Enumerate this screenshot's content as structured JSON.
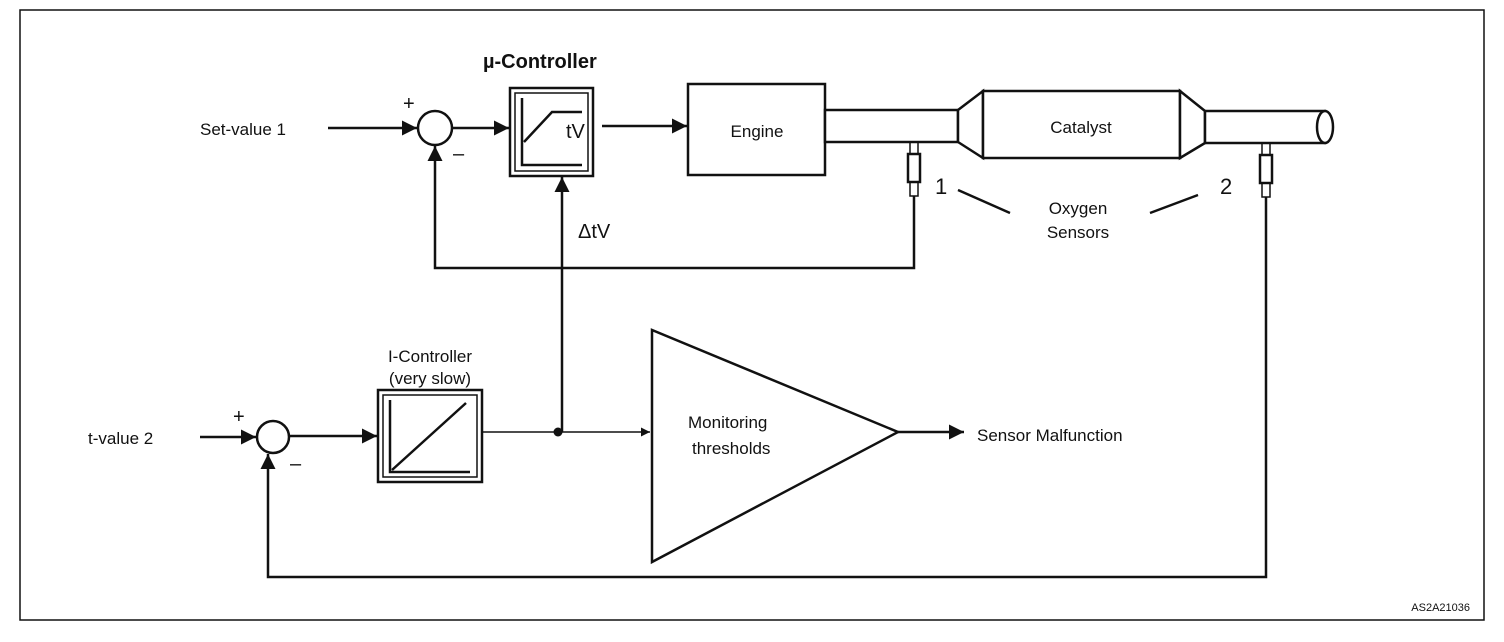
{
  "inputs": {
    "set_value_1": "Set-value 1",
    "t_value_2": "t-value 2"
  },
  "mu_controller": {
    "title": "µ-Controller",
    "output_label": "tV"
  },
  "delta_label": "ΔtV",
  "engine": {
    "label": "Engine"
  },
  "catalyst": {
    "label": "Catalyst"
  },
  "sensors": {
    "sensor_1": "1",
    "sensor_2": "2",
    "label_line1": "Oxygen",
    "label_line2": "Sensors"
  },
  "i_controller": {
    "title_line1": "I-Controller",
    "title_line2": "(very slow)"
  },
  "monitor": {
    "line1": "Monitoring",
    "line2": "thresholds"
  },
  "output": {
    "label": "Sensor Malfunction"
  },
  "signs": {
    "plus": "+",
    "minus": "–"
  },
  "figure_id": "AS2A21036"
}
